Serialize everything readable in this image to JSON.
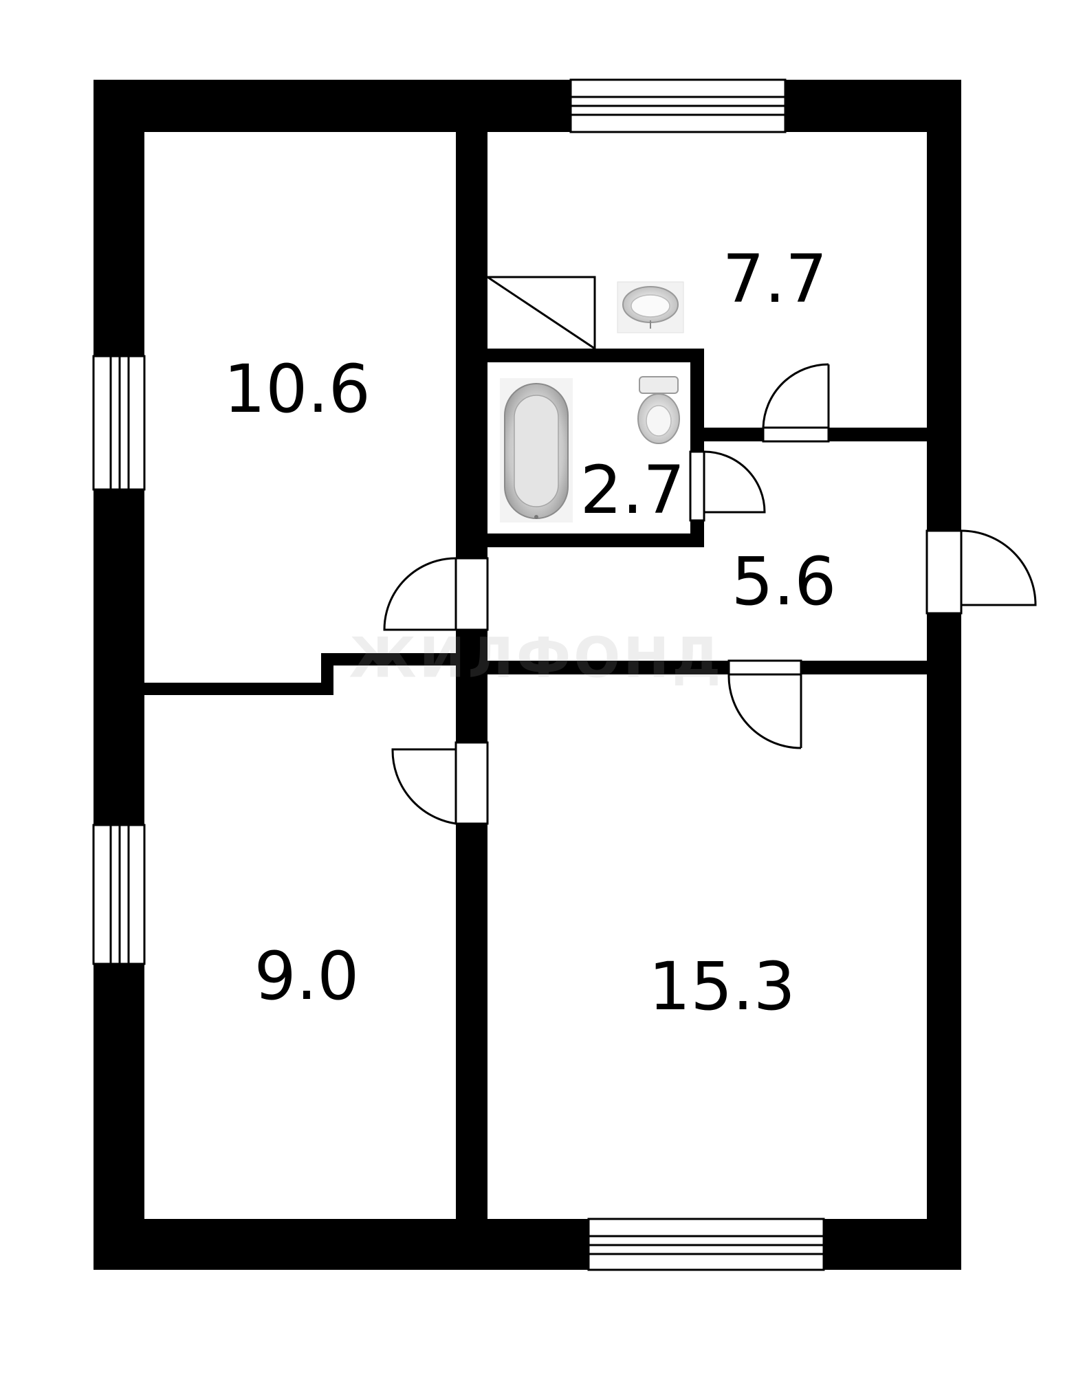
{
  "rooms": [
    {
      "id": "room-left-top",
      "area": "10.6"
    },
    {
      "id": "room-kitchen",
      "area": "7.7"
    },
    {
      "id": "room-bathroom",
      "area": "2.7"
    },
    {
      "id": "room-hall",
      "area": "5.6"
    },
    {
      "id": "room-left-bottom",
      "area": "9.0"
    },
    {
      "id": "room-large",
      "area": "15.3"
    }
  ],
  "watermark": "ЖИЛФОНД",
  "colors": {
    "wall": "#000000",
    "background": "#ffffff",
    "fixture": "#cfcfcf"
  }
}
